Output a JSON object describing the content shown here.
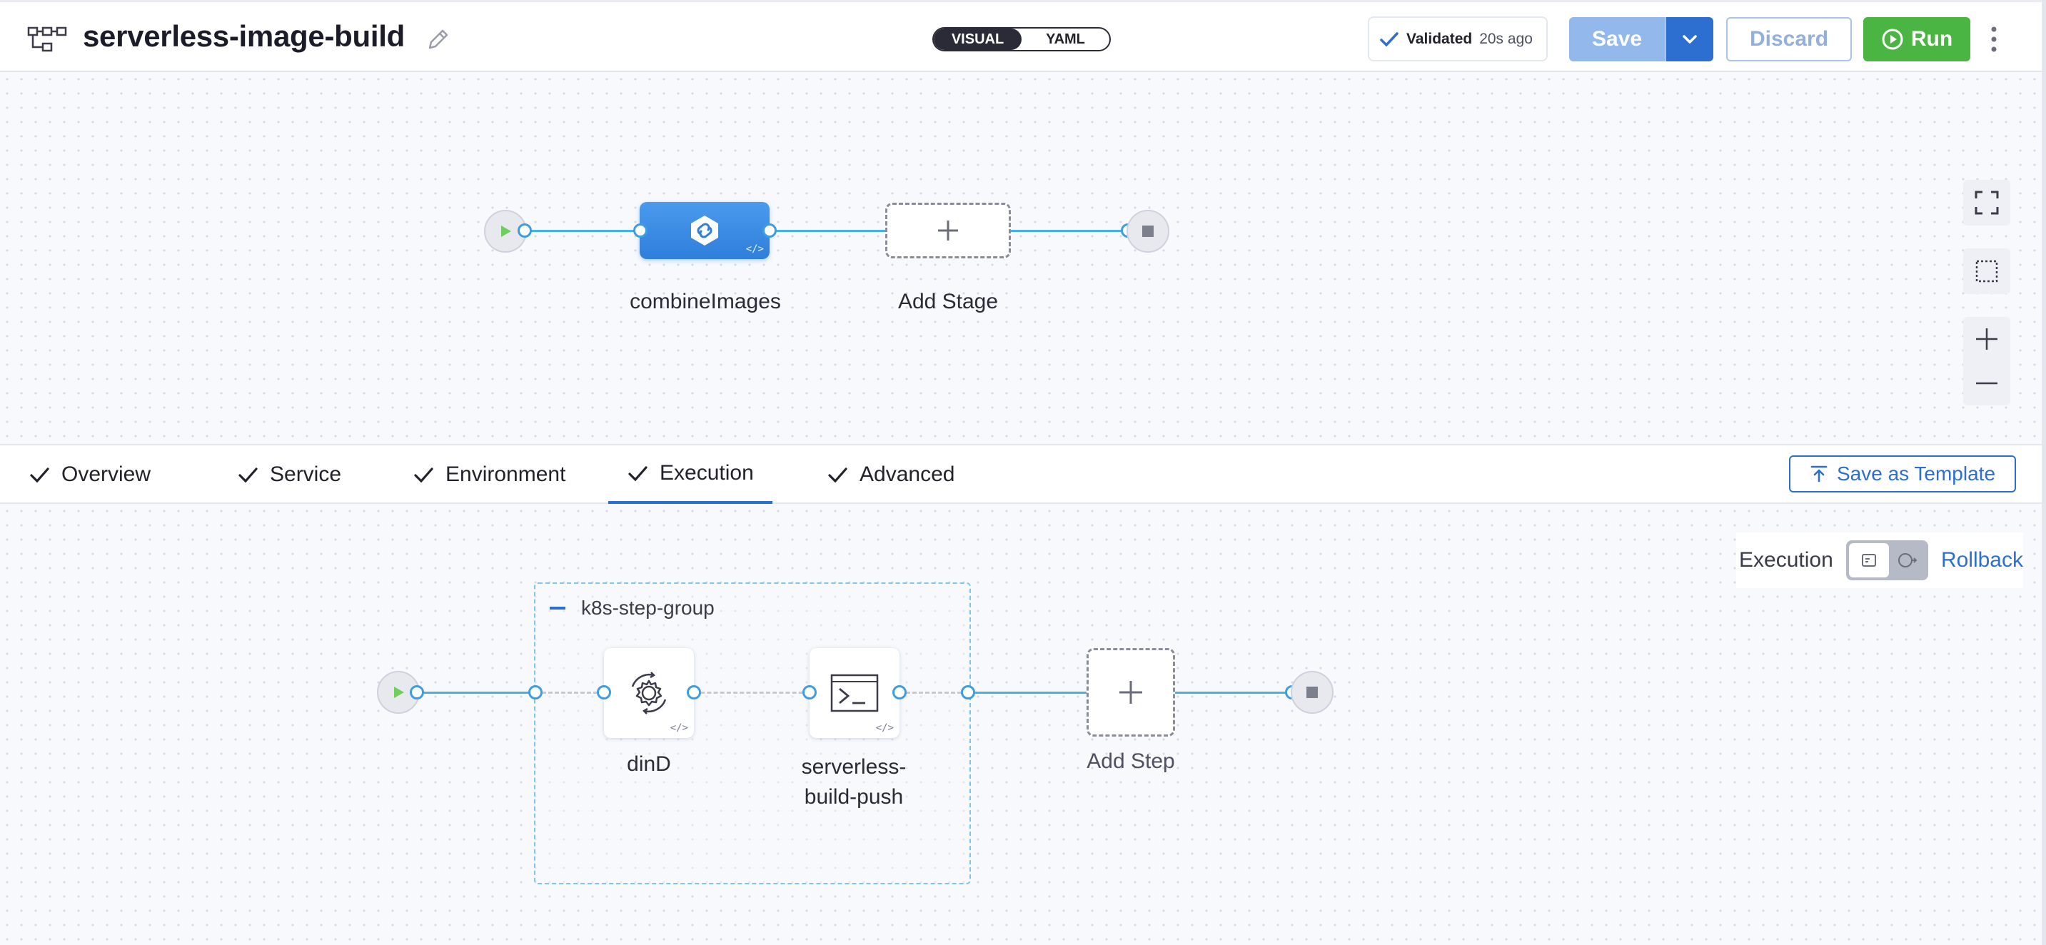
{
  "header": {
    "pipeline_icon": "pipeline-icon",
    "title": "serverless-image-build",
    "edit_icon": "pencil-icon",
    "view_modes": [
      "VISUAL",
      "YAML"
    ],
    "active_view": "VISUAL",
    "validated_label": "Validated",
    "validated_ago": "20s ago",
    "save_label": "Save",
    "discard_label": "Discard",
    "run_label": "Run",
    "more_icon": "more-vertical-icon"
  },
  "pipeline_canvas": {
    "stages": [
      {
        "name": "combineImages",
        "icon": "link-icon"
      }
    ],
    "add_stage_label": "Add Stage"
  },
  "zoom_controls": [
    "fullscreen-icon",
    "fit-to-screen-icon",
    "zoom-in-icon",
    "zoom-out-icon"
  ],
  "tabs": {
    "items": [
      {
        "label": "Overview",
        "completed": true
      },
      {
        "label": "Service",
        "completed": true
      },
      {
        "label": "Environment",
        "completed": true
      },
      {
        "label": "Execution",
        "completed": true
      },
      {
        "label": "Advanced",
        "completed": true
      }
    ],
    "active": "Execution",
    "save_template_label": "Save as Template"
  },
  "execution_toggle": {
    "execution_label": "Execution",
    "rollback_label": "Rollback"
  },
  "execution_canvas": {
    "step_group": {
      "name": "k8s-step-group",
      "steps": [
        {
          "name": "dinD",
          "icon": "gear-cycle-icon"
        },
        {
          "name_line1": "serverless-",
          "name_line2": "build-push",
          "icon": "terminal-icon"
        }
      ]
    },
    "add_step_label": "Add Step"
  },
  "colors": {
    "primary": "#2d6fd1",
    "run_green": "#4bb543",
    "connector": "#49b0e6",
    "save_disabled": "#92b8ec"
  }
}
